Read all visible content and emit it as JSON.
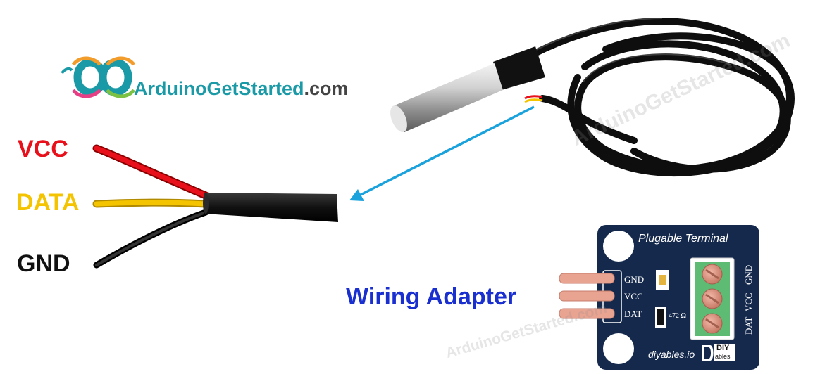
{
  "logo": {
    "brand_main": "ArduinoGetStarted",
    "brand_suffix": ".com"
  },
  "wire_labels": {
    "vcc": "VCC",
    "data": "DATA",
    "gnd": "GND"
  },
  "adapter": {
    "caption": "Wiring Adapter",
    "board_title": "Plugable Terminal",
    "pins_left": [
      "GND",
      "VCC",
      "DAT"
    ],
    "pins_right": [
      "GND",
      "VCC",
      "DAT"
    ],
    "resistor_value": "472 Ω",
    "footer_brand": "diyables.io",
    "diy_logo_top": "DIY",
    "diy_logo_bottom": "ables"
  },
  "watermark": "ArduinoGetStarted.com",
  "colors": {
    "vcc": "#e8111b",
    "data": "#f5c400",
    "gnd": "#111111",
    "caption": "#1a2fd0",
    "arrow": "#1aa2dc",
    "board": "#15294d",
    "terminal": "#5dbb73",
    "pin": "#e9a391"
  }
}
